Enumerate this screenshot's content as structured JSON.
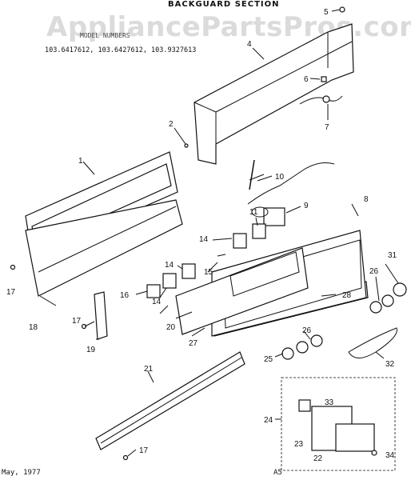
{
  "header": {
    "title": "BACKGUARD SECTION",
    "model_label": "MODEL NUMBERS",
    "model_numbers": "103.6417612, 103.6427612, 103.9327613"
  },
  "watermark": "AppliancePartsPros.com",
  "footer": {
    "date": "May, 1977",
    "page": "A5"
  },
  "callouts": [
    "1",
    "2",
    "4",
    "5",
    "6",
    "7",
    "8",
    "9",
    "10",
    "11",
    "14",
    "14",
    "14",
    "15",
    "16",
    "17",
    "17",
    "17",
    "18",
    "19",
    "20",
    "21",
    "22",
    "23",
    "24",
    "25",
    "26",
    "26",
    "27",
    "28",
    "31",
    "32",
    "33",
    "34"
  ]
}
